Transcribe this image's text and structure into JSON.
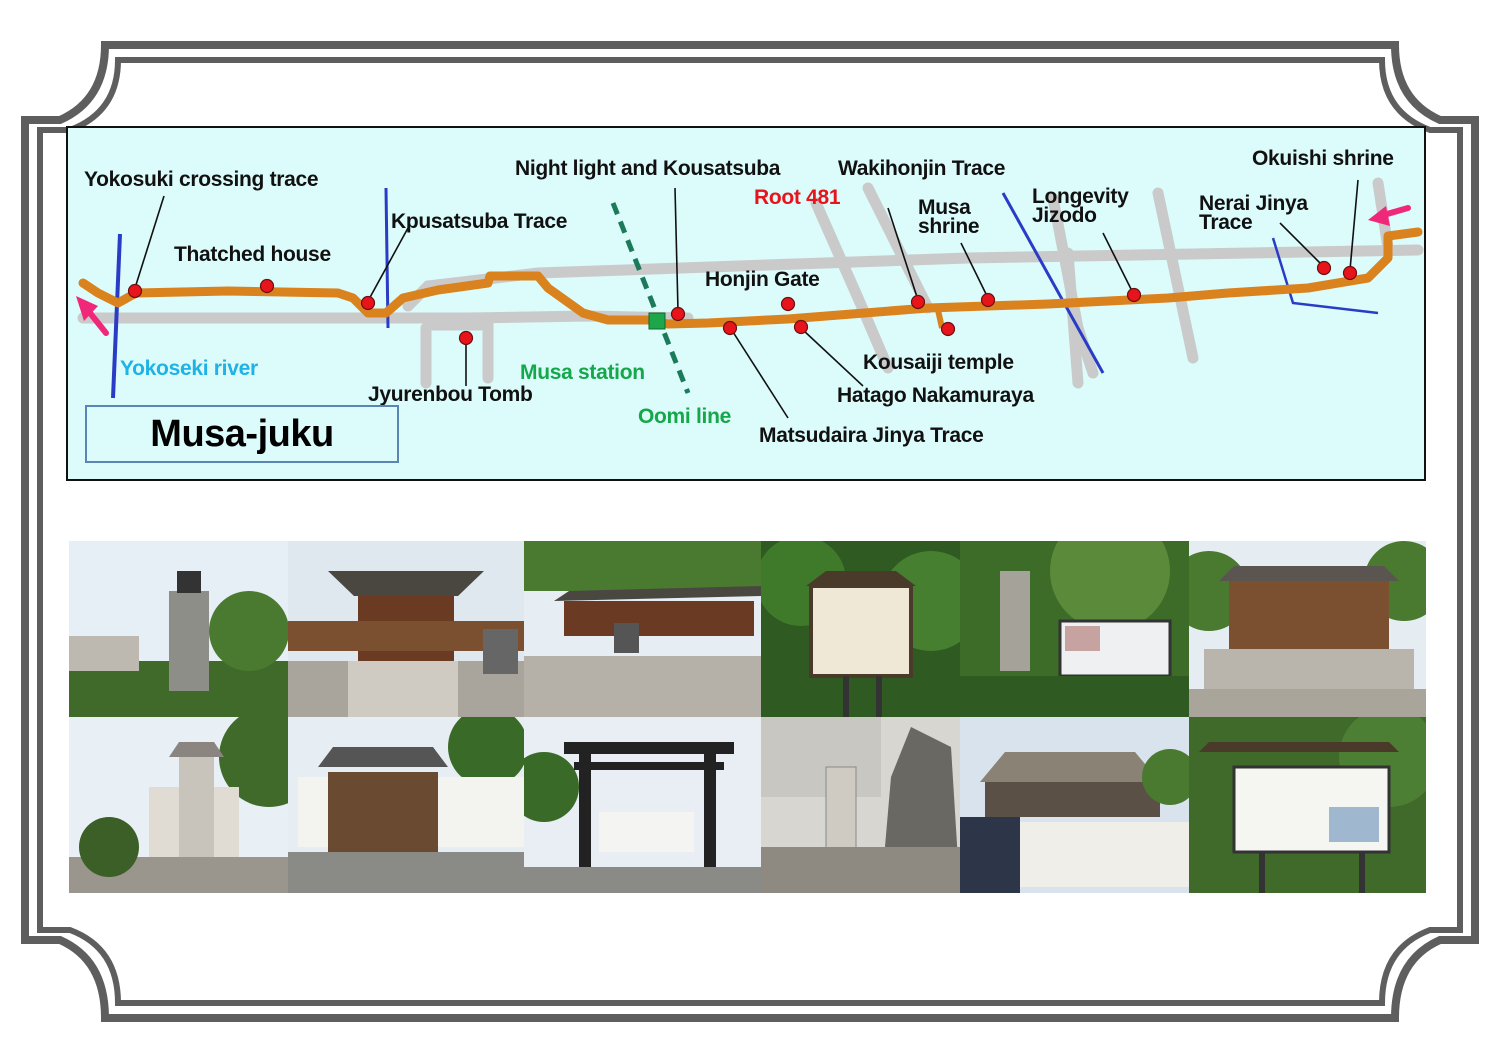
{
  "map": {
    "title": "Musa-juku",
    "labels": {
      "yokosuki_crossing": "Yokosuki crossing trace",
      "thatched_house": "Thatched house",
      "kpusatsuba": "Kpusatsuba Trace",
      "night_light": "Night light and Kousatsuba",
      "wakihonjin": "Wakihonjin Trace",
      "root_481": "Root 481",
      "musa_shrine": "Musa shrine",
      "longevity_jizodo": "Longevity Jizodo",
      "nerai_jinya": "Nerai Jinya Trace",
      "okuishi_shrine": "Okuishi shrine",
      "honjin_gate": "Honjin Gate",
      "kousaiji_temple": "Kousaiji temple",
      "hatago_nakamuraya": "Hatago Nakamuraya",
      "matsudaira_jinya": "Matsudaira  Jinya Trace",
      "oomi_line": "Oomi line",
      "musa_station": "Musa station",
      "jyurenbou_tomb": "Jyurenbou Tomb",
      "yokoseki_river": "Yokoseki river"
    },
    "colors": {
      "route": "#d9821e",
      "marker": "#e8141b",
      "river": "#2233bb",
      "rail": "#1b7a5a",
      "road": "#c9c9c9",
      "arrow": "#f0287a",
      "background": "#dcfbfb"
    }
  },
  "photos": [
    {
      "name": "photo-lantern-statue",
      "subject": "statue"
    },
    {
      "name": "photo-shrine-gate-front",
      "subject": "shrine"
    },
    {
      "name": "photo-shrine-courtyard",
      "subject": "shrine"
    },
    {
      "name": "photo-signboard-forest",
      "subject": "sign"
    },
    {
      "name": "photo-stone-marker-board",
      "subject": "marker"
    },
    {
      "name": "photo-okuishi-shrine-hall",
      "subject": "shrine"
    },
    {
      "name": "photo-night-light-lantern",
      "subject": "lantern"
    },
    {
      "name": "photo-wooden-gate-house",
      "subject": "house"
    },
    {
      "name": "photo-torii-gate-street",
      "subject": "gate"
    },
    {
      "name": "photo-kousatsuba-stone",
      "subject": "marker"
    },
    {
      "name": "photo-thatched-house-wall",
      "subject": "house"
    },
    {
      "name": "photo-info-board-trees",
      "subject": "sign"
    }
  ]
}
